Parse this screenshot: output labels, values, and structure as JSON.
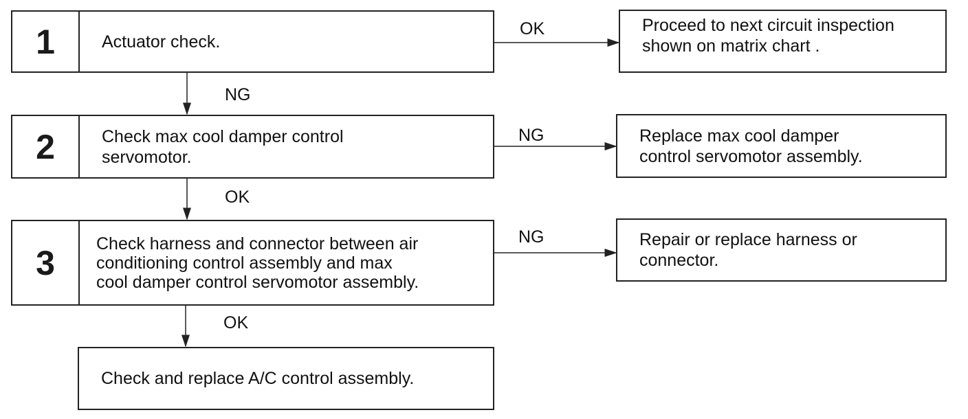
{
  "steps": [
    {
      "number": "1",
      "text": "Actuator check."
    },
    {
      "number": "2",
      "text": "Check max cool damper control\nservomotor."
    },
    {
      "number": "3",
      "text": "Check harness and connector between air\nconditioning control assembly and max\ncool damper control servomotor assembly."
    }
  ],
  "results": [
    {
      "text": "Proceed to next circuit inspection\nshown on matrix chart ."
    },
    {
      "text": "Replace max cool damper\ncontrol servomotor assembly."
    },
    {
      "text": "Repair or replace harness or\nconnector."
    }
  ],
  "final_box": {
    "text": "Check and replace A/C control assembly."
  },
  "branch_labels": {
    "step1_right": "OK",
    "step1_down": "NG",
    "step2_right": "NG",
    "step2_down": "OK",
    "step3_right": "NG",
    "step3_down": "OK"
  }
}
